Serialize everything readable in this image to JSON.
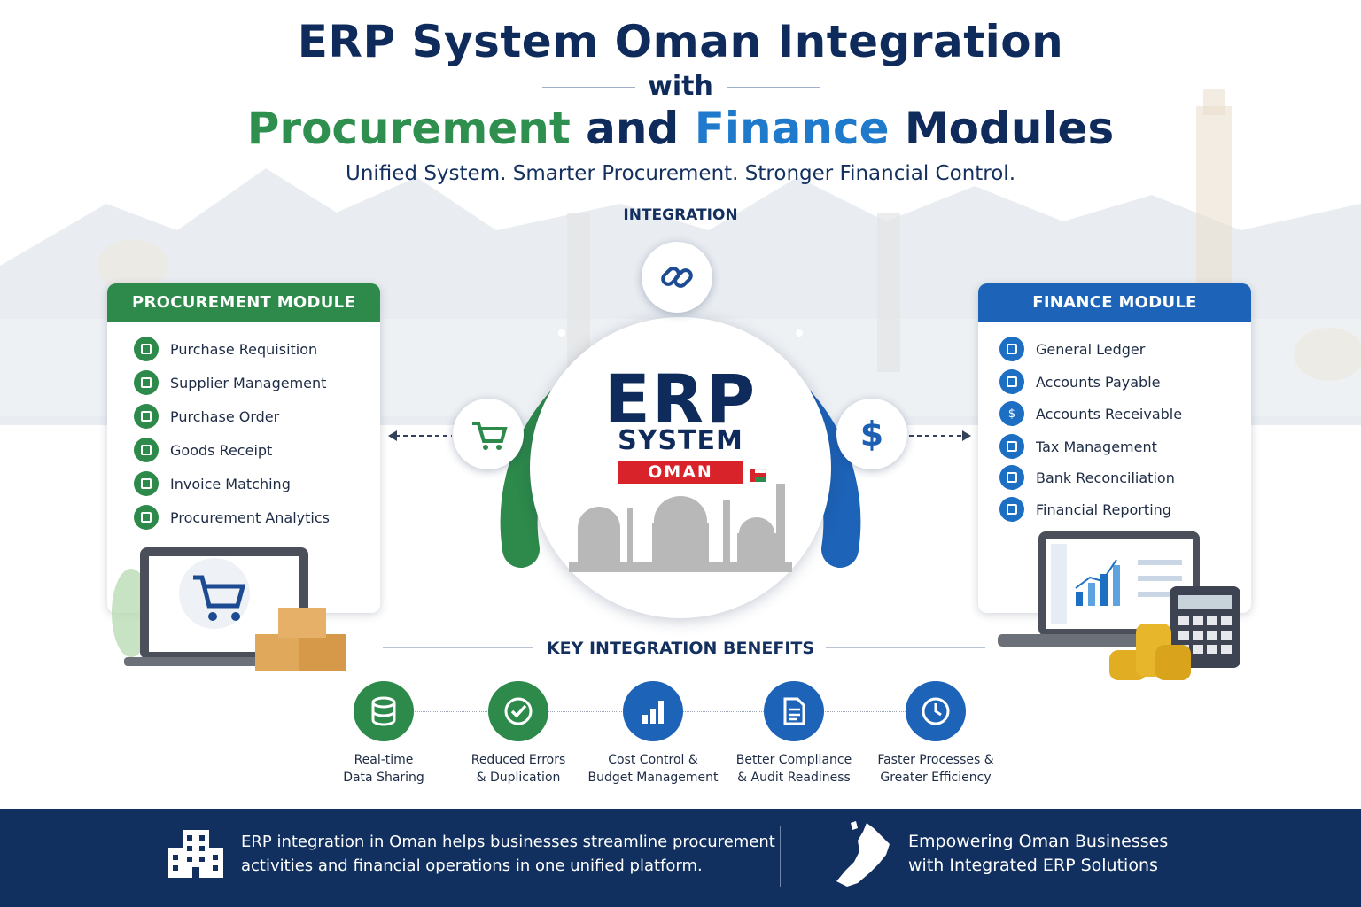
{
  "header": {
    "title_line1": "ERP System Oman Integration",
    "title_with": "with",
    "title_line3_part1": "Procurement",
    "title_line3_part2": "and",
    "title_line3_part3": "Finance",
    "title_line3_part4": "Modules",
    "subtitle": "Unified System. Smarter Procurement. Stronger Financial Control."
  },
  "integration_label": "INTEGRATION",
  "procurement": {
    "title": "PROCUREMENT MODULE",
    "items": [
      "Purchase Requisition",
      "Supplier Management",
      "Purchase Order",
      "Goods Receipt",
      "Invoice Matching",
      "Procurement Analytics"
    ]
  },
  "finance": {
    "title": "FINANCE MODULE",
    "items": [
      "General Ledger",
      "Accounts Payable",
      "Accounts Receivable",
      "Tax Management",
      "Bank Reconciliation",
      "Financial Reporting"
    ]
  },
  "center": {
    "erp": "ERP",
    "system": "SYSTEM",
    "badge": "OMAN"
  },
  "benefits": {
    "title": "KEY INTEGRATION BENEFITS",
    "items": [
      {
        "line1": "Real-time",
        "line2": "Data Sharing",
        "icon": "database-icon"
      },
      {
        "line1": "Reduced Errors",
        "line2": "& Duplication",
        "icon": "check-circle-icon"
      },
      {
        "line1": "Cost Control &",
        "line2": "Budget Management",
        "icon": "bar-chart-icon"
      },
      {
        "line1": "Better Compliance",
        "line2": "& Audit Readiness",
        "icon": "document-icon"
      },
      {
        "line1": "Faster Processes &",
        "line2": "Greater Efficiency",
        "icon": "clock-icon"
      }
    ]
  },
  "footer": {
    "left_line1": "ERP integration in Oman helps businesses streamline procurement",
    "left_line2": "activities and financial operations in one unified platform.",
    "right_line1": "Empowering Oman Businesses",
    "right_line2": "with Integrated ERP Solutions"
  },
  "colors": {
    "green": "#2d8a4a",
    "blue": "#1d63b8",
    "navy": "#12305f",
    "red": "#d8232a"
  }
}
